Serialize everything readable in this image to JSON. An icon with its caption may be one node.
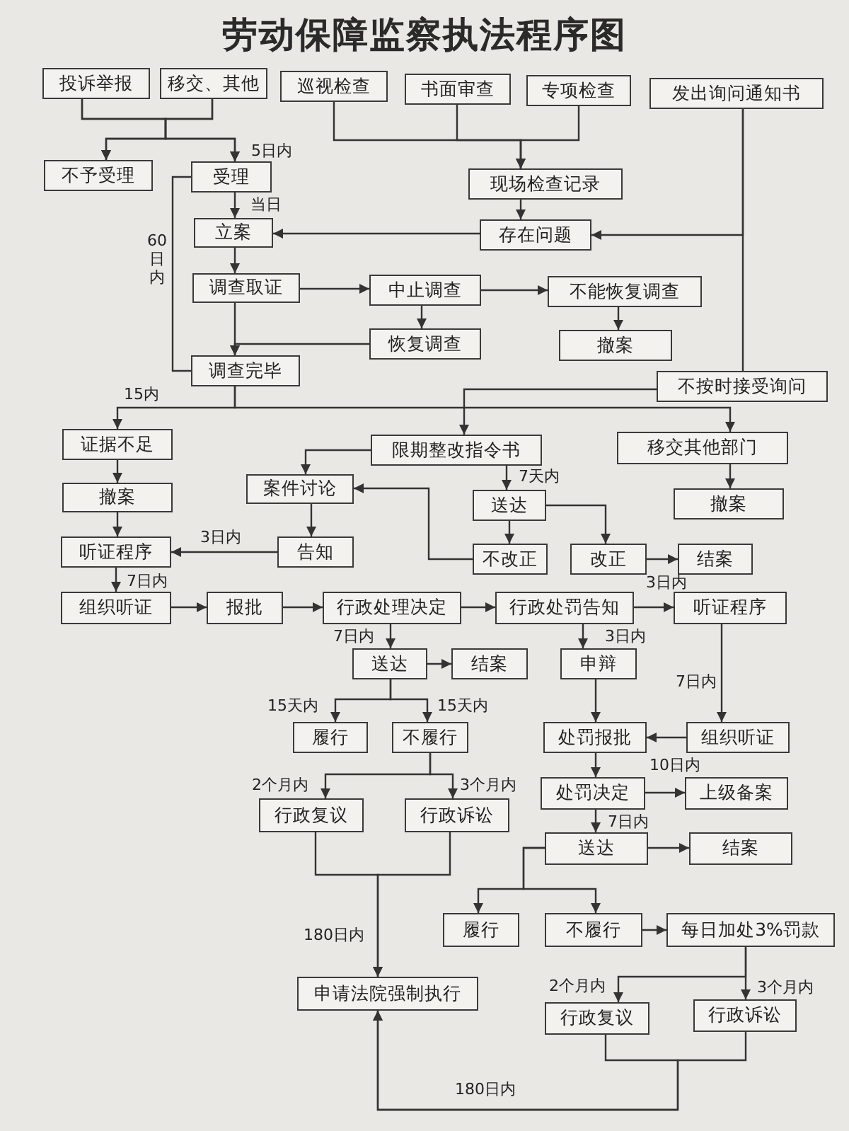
{
  "diagram": {
    "title": "劳动保障监察执法程序图",
    "nodes": [
      {
        "text": [
          "投诉举报"
        ]
      },
      {
        "text": [
          "移交、其他"
        ]
      },
      {
        "text": [
          "巡视检查"
        ]
      },
      {
        "text": [
          "书面审查"
        ]
      },
      {
        "text": [
          "专项检查"
        ]
      },
      {
        "text": [
          "发出询问通知书"
        ]
      },
      {
        "text": [
          "不予受理"
        ]
      },
      {
        "text": [
          "受理"
        ]
      },
      {
        "text": [
          "现场检查记录"
        ]
      },
      {
        "text": [
          "立案"
        ]
      },
      {
        "text": [
          "存在问题"
        ]
      },
      {
        "text": [
          "调查取证"
        ]
      },
      {
        "text": [
          "中止调查"
        ]
      },
      {
        "text": [
          "不能恢复调查"
        ]
      },
      {
        "text": [
          "恢复调查"
        ]
      },
      {
        "text": [
          "撤案"
        ]
      },
      {
        "text": [
          "调查完毕"
        ]
      },
      {
        "text": [
          "不按时接受询问"
        ]
      },
      {
        "text": [
          "证据不足"
        ]
      },
      {
        "text": [
          "限期整改指令书"
        ]
      },
      {
        "text": [
          "移交其他部门"
        ]
      },
      {
        "text": [
          "撤案"
        ]
      },
      {
        "text": [
          "案件讨论"
        ]
      },
      {
        "text": [
          "撤案"
        ]
      },
      {
        "text": [
          "送达"
        ]
      },
      {
        "text": [
          "听证程序"
        ]
      },
      {
        "text": [
          "告知"
        ]
      },
      {
        "text": [
          "不改正"
        ]
      },
      {
        "text": [
          "改正"
        ]
      },
      {
        "text": [
          "结案"
        ]
      },
      {
        "text": [
          "组织听证"
        ]
      },
      {
        "text": [
          "报批"
        ]
      },
      {
        "text": [
          "行政处理决定"
        ]
      },
      {
        "text": [
          "行政处罚告知"
        ]
      },
      {
        "text": [
          "听证程序"
        ]
      },
      {
        "text": [
          "送达"
        ]
      },
      {
        "text": [
          "结案"
        ]
      },
      {
        "text": [
          "申辩"
        ]
      },
      {
        "text": [
          "履行"
        ]
      },
      {
        "text": [
          "不履行"
        ]
      },
      {
        "text": [
          "处罚报批"
        ]
      },
      {
        "text": [
          "组织听证"
        ]
      },
      {
        "text": [
          "行政复议"
        ]
      },
      {
        "text": [
          "行政诉讼"
        ]
      },
      {
        "text": [
          "处罚决定"
        ]
      },
      {
        "text": [
          "上级备案"
        ]
      },
      {
        "text": [
          "送达"
        ]
      },
      {
        "text": [
          "结案"
        ]
      },
      {
        "text": [
          "履行"
        ]
      },
      {
        "text": [
          "不履行"
        ]
      },
      {
        "text": [
          "每日加处3%罚款"
        ]
      },
      {
        "text": [
          "申请法院强制执行"
        ]
      },
      {
        "text": [
          "行政复议"
        ]
      },
      {
        "text": [
          "行政诉讼"
        ]
      }
    ],
    "edges": [
      {
        "from": 0,
        "to": 6,
        "arrow": "to"
      },
      {
        "from": 0,
        "to": 7,
        "arrow": "to"
      },
      {
        "from": 1,
        "to": 6,
        "arrow": "to"
      },
      {
        "from": 1,
        "to": 7,
        "arrow": "to",
        "label": "5日内"
      },
      {
        "from": 2,
        "to": 8,
        "arrow": "to"
      },
      {
        "from": 3,
        "to": 8,
        "arrow": "to"
      },
      {
        "from": 4,
        "to": 8,
        "arrow": "to"
      },
      {
        "from": 8,
        "to": 10,
        "arrow": "to"
      },
      {
        "from": 10,
        "to": 9,
        "arrow": "to"
      },
      {
        "from": 5,
        "to": 10,
        "arrow": "to"
      },
      {
        "from": 5,
        "to": 17,
        "arrow": "none"
      },
      {
        "from": 7,
        "to": 9,
        "arrow": "to",
        "label": "当日"
      },
      {
        "from": 7,
        "to": 16,
        "arrow": "none",
        "label": "60日内"
      },
      {
        "from": 9,
        "to": 11,
        "arrow": "to"
      },
      {
        "from": 11,
        "to": 12,
        "arrow": "to"
      },
      {
        "from": 12,
        "to": 13,
        "arrow": "to"
      },
      {
        "from": 12,
        "to": 14,
        "arrow": "to"
      },
      {
        "from": 13,
        "to": 15,
        "arrow": "to"
      },
      {
        "from": 14,
        "to": 16,
        "arrow": "to"
      },
      {
        "from": 11,
        "to": 16,
        "arrow": "to"
      },
      {
        "from": 16,
        "to": 18,
        "arrow": "to",
        "label": "15内"
      },
      {
        "from": 16,
        "to": 20,
        "arrow": "to"
      },
      {
        "from": 17,
        "to": 19,
        "arrow": "to"
      },
      {
        "from": 18,
        "to": 21,
        "arrow": "to"
      },
      {
        "from": 21,
        "to": 25,
        "arrow": "to"
      },
      {
        "from": 19,
        "to": 22,
        "arrow": "to"
      },
      {
        "from": 19,
        "to": 24,
        "arrow": "to",
        "label": "7天内"
      },
      {
        "from": 24,
        "to": 27,
        "arrow": "to"
      },
      {
        "from": 24,
        "to": 28,
        "arrow": "to"
      },
      {
        "from": 27,
        "to": 22,
        "arrow": "to"
      },
      {
        "from": 22,
        "to": 26,
        "arrow": "to"
      },
      {
        "from": 26,
        "to": 25,
        "arrow": "to",
        "label": "3日内"
      },
      {
        "from": 20,
        "to": 23,
        "arrow": "to"
      },
      {
        "from": 28,
        "to": 29,
        "arrow": "to"
      },
      {
        "from": 25,
        "to": 30,
        "arrow": "to",
        "label": "7日内"
      },
      {
        "from": 30,
        "to": 31,
        "arrow": "to"
      },
      {
        "from": 31,
        "to": 32,
        "arrow": "to"
      },
      {
        "from": 32,
        "to": 33,
        "arrow": "to"
      },
      {
        "from": 33,
        "to": 34,
        "arrow": "to",
        "label": "3日内"
      },
      {
        "from": 32,
        "to": 35,
        "arrow": "to",
        "label": "7日内"
      },
      {
        "from": 35,
        "to": 36,
        "arrow": "to"
      },
      {
        "from": 33,
        "to": 37,
        "arrow": "to",
        "label": "3日内"
      },
      {
        "from": 34,
        "to": 41,
        "arrow": "to",
        "label": "7日内"
      },
      {
        "from": 37,
        "to": 40,
        "arrow": "to"
      },
      {
        "from": 41,
        "to": 40,
        "arrow": "to"
      },
      {
        "from": 40,
        "to": 44,
        "arrow": "to"
      },
      {
        "from": 44,
        "to": 45,
        "arrow": "to",
        "label": "10日内"
      },
      {
        "from": 44,
        "to": 46,
        "arrow": "to",
        "label": "7日内"
      },
      {
        "from": 46,
        "to": 47,
        "arrow": "to"
      },
      {
        "from": 46,
        "to": 48,
        "arrow": "to"
      },
      {
        "from": 46,
        "to": 49,
        "arrow": "to"
      },
      {
        "from": 49,
        "to": 50,
        "arrow": "to"
      },
      {
        "from": 50,
        "to": 52,
        "arrow": "to",
        "label": "2个月内"
      },
      {
        "from": 50,
        "to": 53,
        "arrow": "to",
        "label": "3个月内"
      },
      {
        "from": 52,
        "to": 51,
        "arrow": "to",
        "label": "180日内"
      },
      {
        "from": 53,
        "to": 51,
        "arrow": "to"
      },
      {
        "from": 35,
        "to": 38,
        "arrow": "to",
        "label": "15天内"
      },
      {
        "from": 35,
        "to": 39,
        "arrow": "to",
        "label": "15天内"
      },
      {
        "from": 39,
        "to": 42,
        "arrow": "to",
        "label": "2个月内"
      },
      {
        "from": 39,
        "to": 43,
        "arrow": "to",
        "label": "3个月内"
      },
      {
        "from": 42,
        "to": 51,
        "arrow": "to",
        "label": "180日内"
      },
      {
        "from": 43,
        "to": 51,
        "arrow": "to"
      }
    ]
  }
}
